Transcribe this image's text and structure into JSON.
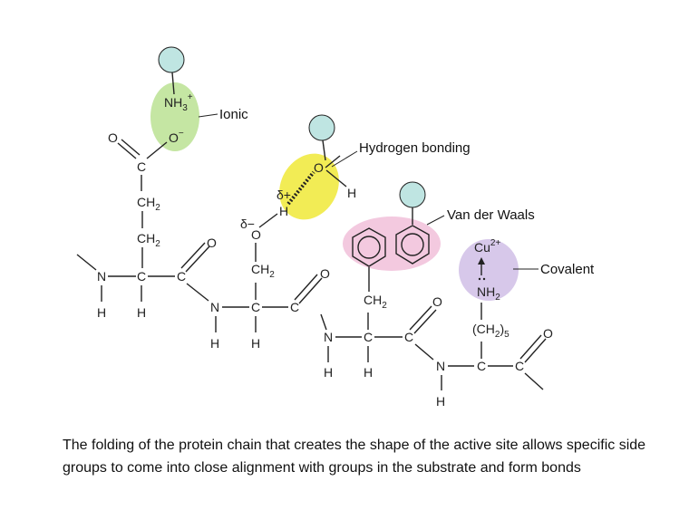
{
  "labels": {
    "ionic": "Ionic",
    "hydrogen": "Hydrogen bonding",
    "vdw": "Van der Waals",
    "covalent": "Covalent"
  },
  "atoms": {
    "nh3": "NH",
    "nh3_sub": "3",
    "nh3_sup": "+",
    "o_minus": "O",
    "o_minus_sup": "−",
    "o": "O",
    "c": "C",
    "n": "N",
    "h": "H",
    "ch2": "CH",
    "ch2_sub": "2",
    "delta_plus": "δ+",
    "delta_minus": "δ−",
    "cu": "Cu",
    "cu_sup": "2+",
    "nh2": "NH",
    "nh2_sub": "2",
    "ch2_5": "(CH",
    "ch2_5_sub": "2",
    "ch2_5_close": ")",
    "ch2_5_n": "5"
  },
  "caption": {
    "line1": "The folding of the protein chain that creates the shape of the active site allows specific side",
    "line2": "groups to come into close alignment with groups in the substrate and form bonds"
  },
  "colors": {
    "substrate": "#bfe5e2",
    "ionic": "#c5e6a3",
    "hydrogen": "#f2ec55",
    "vdw": "#f3c9df",
    "covalent": "#d7c8ea"
  }
}
